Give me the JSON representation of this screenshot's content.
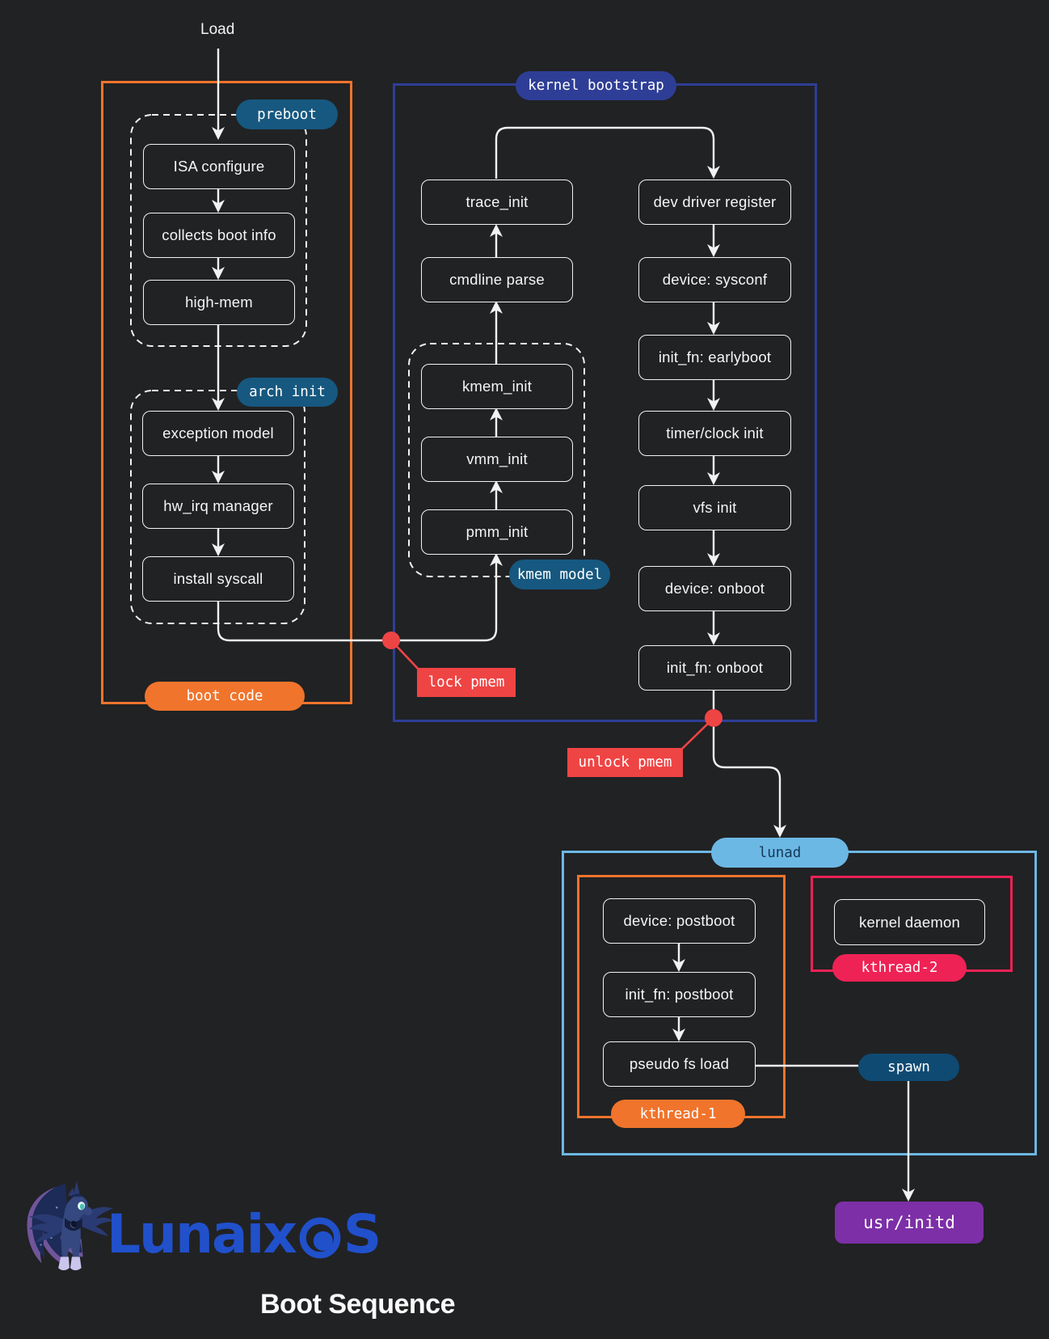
{
  "flow": {
    "load_label": "Load"
  },
  "boot_code": {
    "label": "boot code",
    "preboot": {
      "badge": "preboot",
      "steps": [
        "ISA configure",
        "collects boot info",
        "high-mem"
      ]
    },
    "arch_init": {
      "badge": "arch init",
      "steps": [
        "exception model",
        "hw_irq manager",
        "install syscall"
      ]
    }
  },
  "kernel_bootstrap": {
    "badge": "kernel bootstrap",
    "trace_chain": [
      "trace_init",
      "cmdline parse"
    ],
    "kmem_model": {
      "badge": "kmem model",
      "steps": [
        "kmem_init",
        "vmm_init",
        "pmm_init"
      ]
    },
    "init_chain": [
      "dev driver register",
      "device: sysconf",
      "init_fn: earlyboot",
      "timer/clock init",
      "vfs init",
      "device: onboot",
      "init_fn: onboot"
    ]
  },
  "annotations": {
    "lock_pmem": "lock pmem",
    "unlock_pmem": "unlock pmem"
  },
  "lunad": {
    "badge": "lunad",
    "kthread_1": {
      "badge": "kthread-1",
      "steps": [
        "device: postboot",
        "init_fn: postboot",
        "pseudo fs load"
      ]
    },
    "kthread_2": {
      "badge": "kthread-2",
      "node": "kernel daemon"
    },
    "spawn_badge": "spawn"
  },
  "terminal": {
    "usr_initd": "usr/initd"
  },
  "logo": {
    "brand": "LunaixOS",
    "subtitle": "Boot Sequence",
    "mascot": "luna-pony-mascot"
  },
  "colors": {
    "background": "#212224",
    "box_outline": "#f2f2f2",
    "boot_code_accent": "#f0742c",
    "kernel_bootstrap_accent": "#2e3e96",
    "stage_badge": "#16587f",
    "alert_red": "#ef4444",
    "lunad_accent": "#6cb8e4",
    "lunad_badge_text": "#14395c",
    "kthread2_accent": "#ef2255",
    "spawn_badge_bg": "#0f4a73",
    "usr_initd_bg": "#7d2fa7",
    "brand_blue": "#2150cb"
  }
}
